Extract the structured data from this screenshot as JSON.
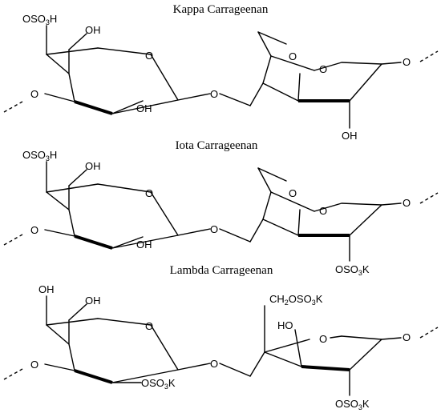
{
  "titles": {
    "kappa": "Kappa Carrageenan",
    "iota": "Iota Carrageenan",
    "lambda": "Lambda Carrageenan"
  },
  "labels": {
    "O": "O",
    "OH": "OH",
    "HO": "HO",
    "OSO3H_base": "OSO",
    "OSO3H_sub": "3",
    "OSO3H_tail": "H",
    "OSO3K_base": "OSO",
    "OSO3K_sub": "3",
    "OSO3K_tail": "K",
    "CH2OSO3K_base": "CH",
    "CH2OSO3K_sub1": "2",
    "CH2OSO3K_mid": "OSO",
    "CH2OSO3K_sub2": "3",
    "CH2OSO3K_tail": "K"
  }
}
